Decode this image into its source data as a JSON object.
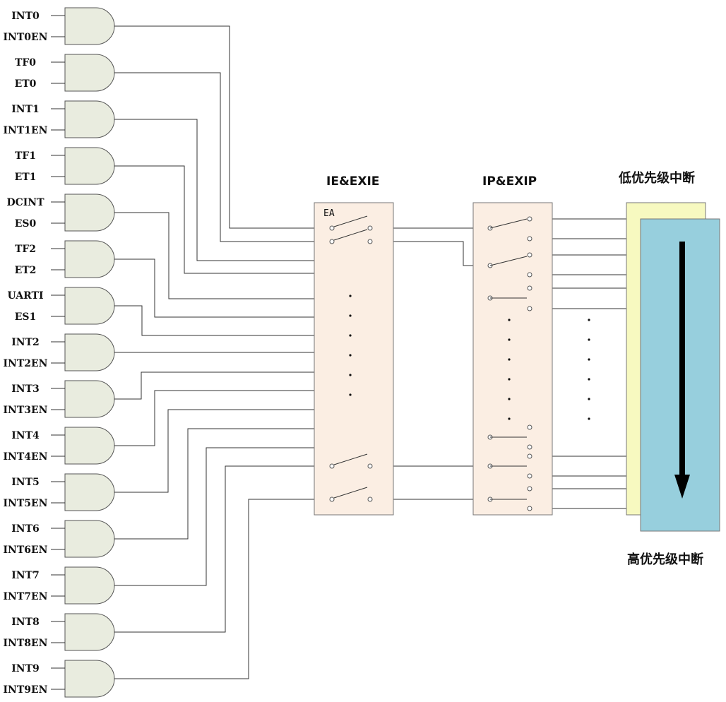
{
  "gates": [
    {
      "in1": "INT0",
      "in2": "INT0EN"
    },
    {
      "in1": "TF0",
      "in2": "ET0"
    },
    {
      "in1": "INT1",
      "in2": "INT1EN"
    },
    {
      "in1": "TF1",
      "in2": "ET1"
    },
    {
      "in1": "DCINT",
      "in2": "ES0"
    },
    {
      "in1": "TF2",
      "in2": "ET2"
    },
    {
      "in1": "UARTI",
      "in2": "ES1"
    },
    {
      "in1": "INT2",
      "in2": "INT2EN"
    },
    {
      "in1": "INT3",
      "in2": "INT3EN"
    },
    {
      "in1": "INT4",
      "in2": "INT4EN"
    },
    {
      "in1": "INT5",
      "in2": "INT5EN"
    },
    {
      "in1": "INT6",
      "in2": "INT6EN"
    },
    {
      "in1": "INT7",
      "in2": "INT7EN"
    },
    {
      "in1": "INT8",
      "in2": "INT8EN"
    },
    {
      "in1": "INT9",
      "in2": "INT9EN"
    }
  ],
  "ie_block": {
    "title": "IE&EXIE",
    "ea_label": "EA",
    "fill": "#fbeee3"
  },
  "ip_block": {
    "title": "IP&EXIP",
    "fill": "#fbeee3"
  },
  "priority": {
    "low_label": "低优先级中断",
    "high_label": "高优先级中断",
    "low_fill": "#f7f9c0",
    "high_fill": "#97cfdd"
  },
  "colors": {
    "gate_fill": "#e9ecdf",
    "wire": "#333333"
  }
}
